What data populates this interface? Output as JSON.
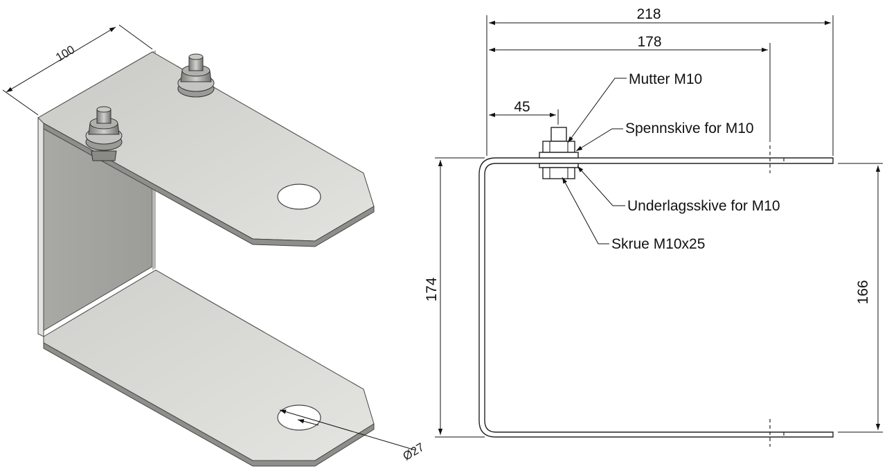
{
  "isometric": {
    "width_dim": "100",
    "hole_dim": "Ø27"
  },
  "dimensions": {
    "overall_length": "218",
    "hole_center_length": "178",
    "bolt_position": "45",
    "outer_height": "174",
    "inner_height": "166"
  },
  "callouts": {
    "nut": "Mutter M10",
    "spring_washer": "Spennskive for M10",
    "flat_washer": "Underlagsskive for M10",
    "bolt": "Skrue M10x25"
  },
  "colors": {
    "steel_light": "#d6d6d3",
    "steel_mid": "#bdbdb9",
    "steel_dark": "#8f8f8b",
    "line": "#111111"
  }
}
